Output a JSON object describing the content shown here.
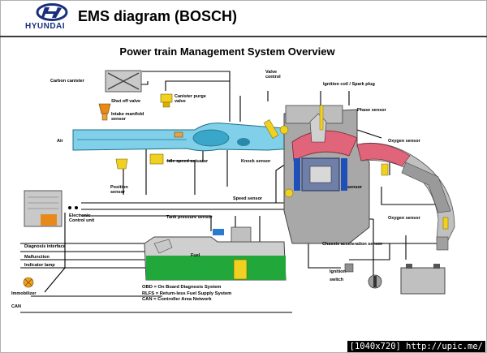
{
  "header": {
    "brand": "HYUNDAI",
    "title": "EMS diagram (BOSCH)"
  },
  "diagram": {
    "title": "Power train Management System Overview",
    "components": [
      {
        "id": "carbon-canister",
        "label": "Carbon canister"
      },
      {
        "id": "shut-off-valve",
        "label": "Shut off valve"
      },
      {
        "id": "intake-manifold-sensor",
        "label": "Intake manifold sensor"
      },
      {
        "id": "canister-purge-valve",
        "label": "Canister purge valve"
      },
      {
        "id": "valve-control",
        "label": "Valve control"
      },
      {
        "id": "ignition-coil",
        "label": "Ignition coil / Spark plug"
      },
      {
        "id": "phase-sensor",
        "label": "Phase sensor"
      },
      {
        "id": "air",
        "label": "Air"
      },
      {
        "id": "oxygen-sensor-1",
        "label": "Oxygen sensor"
      },
      {
        "id": "idle-speed-actuator",
        "label": "Idle speed actuator"
      },
      {
        "id": "knock-sensor",
        "label": "Knock sensor"
      },
      {
        "id": "position-sensor",
        "label": "Position sensor"
      },
      {
        "id": "sensor",
        "label": "sensor"
      },
      {
        "id": "speed-sensor",
        "label": "Speed sensor"
      },
      {
        "id": "electronic-control-unit",
        "label": "Electronic Control unit"
      },
      {
        "id": "tank-pressure-sensor",
        "label": "Tank pressure sensor"
      },
      {
        "id": "oxygen-sensor-2",
        "label": "Oxygen sensor"
      },
      {
        "id": "chassis-accel-sensor",
        "label": "Chassis acceleration sensor"
      },
      {
        "id": "fuel",
        "label": "Fuel"
      },
      {
        "id": "diagnosis-interface",
        "label": "Diagnosis interface"
      },
      {
        "id": "malfunction-lamp",
        "label": "Malfunction Indicator lamp"
      },
      {
        "id": "ignition-switch",
        "label": "Ignition switch"
      },
      {
        "id": "immobilizer",
        "label": "Immobilizer"
      },
      {
        "id": "can",
        "label": "CAN"
      }
    ],
    "legend": [
      "OBD = On Board Diagnosis System",
      "RLFS = Return-less Fuel Supply System",
      "CAN = Controller Area Network"
    ]
  },
  "colors": {
    "brand_blue": "#1a2f7c",
    "air_path": "#7fd0e8",
    "fuel_tank": "#22a83a",
    "engine_grey": "#a8a8a8",
    "exhaust_red": "#e0647a",
    "actuator_yellow": "#f0d020",
    "wire": "#000000"
  },
  "watermark": "[1040x720] http://upic.me/"
}
